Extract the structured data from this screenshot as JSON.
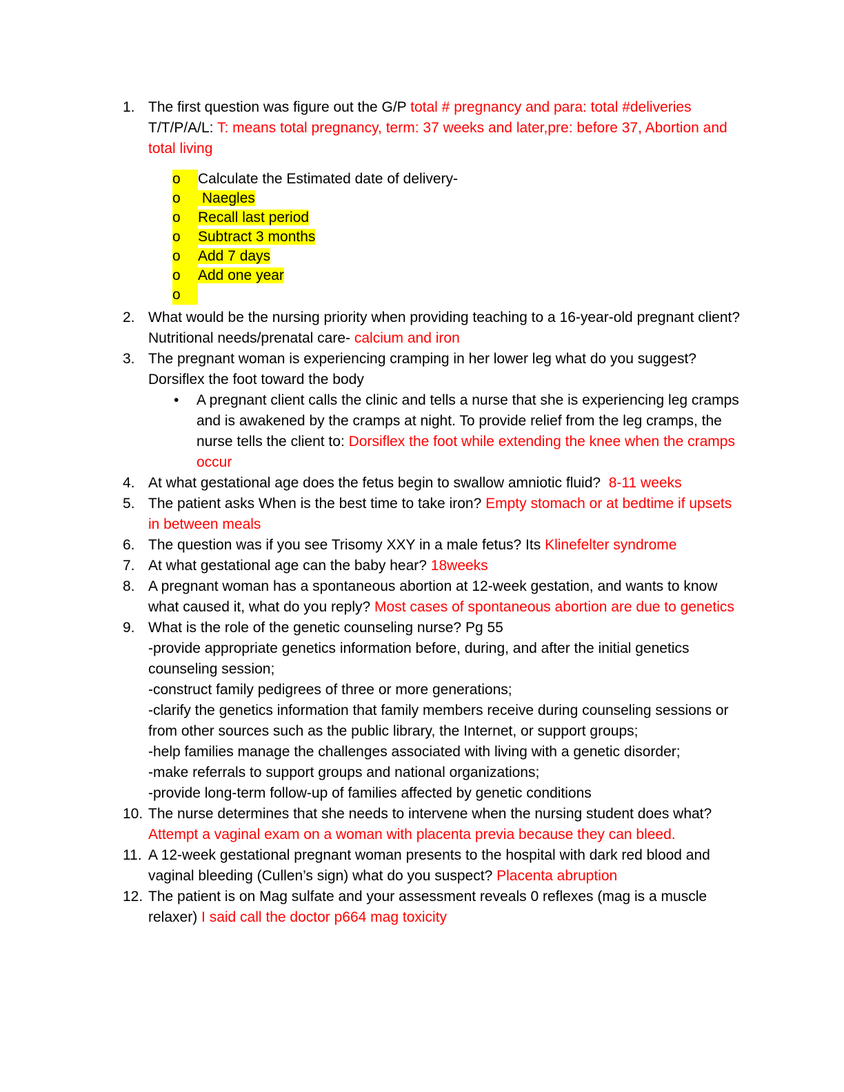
{
  "colors": {
    "text": "#000000",
    "accent_red": "#ff0000",
    "highlight": "#ffff00",
    "page_background": "#ffffff"
  },
  "questions": [
    {
      "number": "1.",
      "segments": [
        {
          "text": "The first question was figure out the G/P ",
          "color": "black"
        },
        {
          "text": "total # pregnancy and para: total #deliveries",
          "color": "red"
        },
        {
          "text": " T/T/P/A/L: ",
          "color": "black"
        },
        {
          "text": "T: means total pregnancy, term: 37 weeks and later,pre: before 37, Abortion and total living",
          "color": "red"
        }
      ],
      "sub_items": [
        {
          "marker": "o",
          "marker_highlight": true,
          "segments": [
            {
              "text": "Calculate the Estimated date of delivery-",
              "color": "black"
            }
          ]
        },
        {
          "marker": "o",
          "marker_highlight": true,
          "segments": [
            {
              "text": " Naegles",
              "color": "black",
              "highlight": true
            }
          ]
        },
        {
          "marker": "o",
          "marker_highlight": true,
          "segments": [
            {
              "text": "Recall last period",
              "color": "black",
              "highlight": true
            }
          ]
        },
        {
          "marker": "o",
          "marker_highlight": true,
          "segments": [
            {
              "text": "Subtract 3 months",
              "color": "black",
              "highlight": true
            }
          ]
        },
        {
          "marker": "o",
          "marker_highlight": true,
          "segments": [
            {
              "text": "Add 7 days",
              "color": "black",
              "highlight": true
            }
          ]
        },
        {
          "marker": "o",
          "marker_highlight": true,
          "segments": [
            {
              "text": "Add one year",
              "color": "black",
              "highlight": true
            }
          ]
        },
        {
          "marker": "o",
          "marker_highlight": true,
          "segments": []
        }
      ]
    },
    {
      "number": "2.",
      "segments": [
        {
          "text": "What would be the nursing priority when providing teaching to a 16-year-old pregnant client? Nutritional needs/prenatal care- ",
          "color": "black"
        },
        {
          "text": "calcium and iron",
          "color": "red"
        }
      ]
    },
    {
      "number": "3.",
      "segments": [
        {
          "text": "The pregnant woman is experiencing cramping in her lower leg what do you suggest? Dorsiflex the foot toward the body",
          "color": "black"
        }
      ],
      "sub_items": [
        {
          "marker": "•",
          "marker_highlight": false,
          "segments": [
            {
              "text": "A pregnant client calls the clinic and tells a nurse that she is experiencing leg cramps and is awakened by the cramps at night. To provide relief from the leg cramps, the nurse tells the client to: ",
              "color": "black"
            },
            {
              "text": "Dorsiflex the foot while extending the knee when the cramps occur",
              "color": "red"
            }
          ]
        }
      ]
    },
    {
      "number": "4.",
      "segments": [
        {
          "text": "At what gestational age does the fetus begin to swallow amniotic fluid?  ",
          "color": "black"
        },
        {
          "text": "8-11 weeks",
          "color": "red"
        }
      ]
    },
    {
      "number": "5.",
      "segments": [
        {
          "text": "The patient asks When is the best time to take iron? ",
          "color": "black"
        },
        {
          "text": "Empty stomach or at bedtime if upsets in between meals",
          "color": "red"
        }
      ]
    },
    {
      "number": "6.",
      "segments": [
        {
          "text": "The question was if you see Trisomy XXY in a male fetus? Its ",
          "color": "black"
        },
        {
          "text": "Klinefelter syndrome",
          "color": "red"
        }
      ]
    },
    {
      "number": "7.",
      "segments": [
        {
          "text": "At what gestational age can the baby hear? ",
          "color": "black"
        },
        {
          "text": "18weeks",
          "color": "red"
        }
      ]
    },
    {
      "number": "8.",
      "segments": [
        {
          "text": "A pregnant woman has a spontaneous abortion at 12-week gestation, and wants to know what caused it, what do you reply? ",
          "color": "black"
        },
        {
          "text": "Most cases of spontaneous abortion are due to genetics",
          "color": "red"
        }
      ]
    },
    {
      "number": "9.",
      "segments": [
        {
          "text": "What is the role of the genetic counseling nurse? Pg 55\n-provide appropriate genetics information before, during, and after the initial genetics counseling session;\n-construct family pedigrees of three or more generations;\n-clarify the genetics information that family members receive during counseling sessions or from other sources such as the public library, the Internet, or support groups;\n-help families manage the challenges associated with living with a genetic disorder;\n-make referrals to support groups and national organizations;\n-provide long-term follow-up of families affected by genetic conditions",
          "color": "black"
        }
      ]
    },
    {
      "number": "10.",
      "segments": [
        {
          "text": "The nurse determines that she needs to intervene when the nursing student does what? ",
          "color": "black"
        },
        {
          "text": "Attempt a vaginal exam on a woman with placenta previa because they can bleed.",
          "color": "red"
        }
      ]
    },
    {
      "number": "11.",
      "segments": [
        {
          "text": "A 12-week gestational pregnant woman presents to the hospital with dark red blood and vaginal bleeding (Cullen’s sign) what do you suspect? ",
          "color": "black"
        },
        {
          "text": "Placenta abruption",
          "color": "red"
        }
      ]
    },
    {
      "number": "12.",
      "segments": [
        {
          "text": "The patient is on Mag sulfate and your assessment reveals 0 reflexes (mag is a muscle relaxer) ",
          "color": "black"
        },
        {
          "text": "I said call the doctor p664 mag toxicity",
          "color": "red"
        }
      ]
    }
  ]
}
